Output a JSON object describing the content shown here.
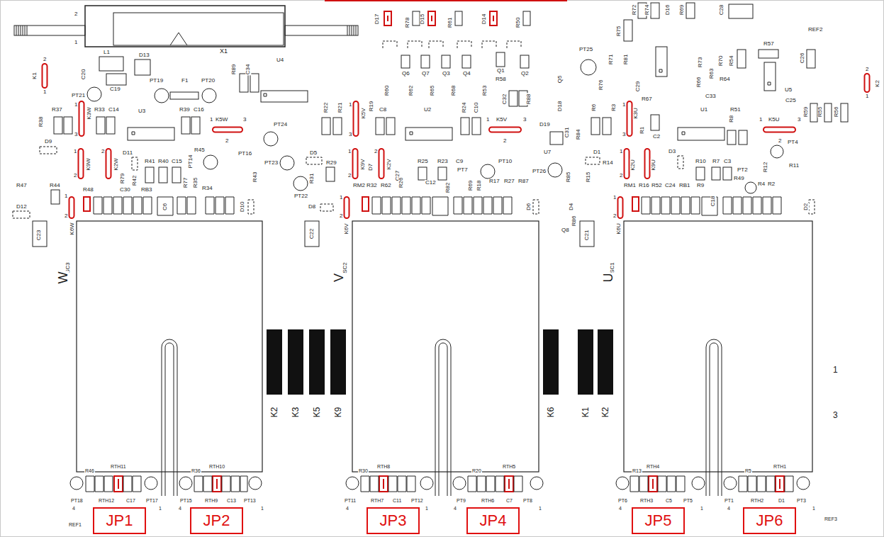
{
  "diagram": {
    "nodes": [
      {
        "text": [
          "JP1"
        ]
      },
      {
        "text": [
          "JP2"
        ]
      },
      {
        "text": [
          "JP3"
        ]
      },
      {
        "text": [
          "JP4"
        ]
      },
      {
        "text": [
          "JP5"
        ]
      },
      {
        "text": [
          "JP6"
        ]
      }
    ],
    "labels": [
      "2",
      "1",
      "X1",
      "2",
      "K1",
      "1",
      "L1",
      "D13",
      "C20",
      "C19",
      "PT19",
      "F1",
      "PT20",
      "R89",
      "C34",
      "U4",
      "PT21",
      "R37",
      "R33",
      "C14",
      "R38",
      "1",
      "K3W",
      "3",
      "U3",
      "R39",
      "C16",
      "1",
      "K5W",
      "3",
      "2",
      "PT24",
      "PT16",
      "PT23",
      "PT22",
      "D9",
      "1",
      "K9W",
      "2",
      "2",
      "K2W",
      "R79",
      "D11",
      "R41",
      "R40",
      "C15",
      "PT14",
      "R45",
      "R34",
      "R43",
      "R47",
      "R44",
      "R48",
      "C30",
      "R42",
      "RB3",
      "R77",
      "R35",
      "C6",
      "D12",
      "1",
      "2",
      "K6W",
      "C23",
      "D10",
      "SC3",
      "W",
      "D17",
      "R78",
      "D15",
      "R61",
      "D14",
      "R50",
      "Q6",
      "Q7",
      "Q3",
      "Q4",
      "Q1",
      "Q2",
      "R58",
      "R60",
      "R62",
      "R65",
      "R68",
      "R53",
      "C32",
      "R88",
      "Q5",
      "D18",
      "PT25",
      "R22",
      "R21",
      "1",
      "K5V",
      "3",
      "R19",
      "C8",
      "U2",
      "R24",
      "C10",
      "1",
      "K5V",
      "3",
      "2",
      "D19",
      "C31",
      "R84",
      "U7",
      "D5",
      "R31",
      "R29",
      "1",
      "K9V",
      "2",
      "D7",
      "2",
      "K2V",
      "C27",
      "R25",
      "R23",
      "C9",
      "PT7",
      "PT10",
      "RM2",
      "R32",
      "R62",
      "R26",
      "C12",
      "R82",
      "R69",
      "R18",
      "R17",
      "R27",
      "R87",
      "PT26",
      "R85",
      "R15",
      "D8",
      "D6",
      "D4",
      "Q8",
      "R86",
      "C21",
      "C22",
      "1",
      "2",
      "K6V",
      "SC2",
      "V",
      "R72",
      "R74",
      "D16",
      "R69",
      "C28",
      "REF2",
      "R75",
      "R71",
      "R81",
      "R73",
      "R70",
      "R54",
      "R57",
      "C26",
      "R63",
      "R64",
      "2",
      "K2",
      "1",
      "R76",
      "C29",
      "R67",
      "R66",
      "C33",
      "R51",
      "U5",
      "C25",
      "R59",
      "R55",
      "R56",
      "R6",
      "R3",
      "1",
      "K3U",
      "3",
      "R1",
      "C2",
      "U1",
      "R8",
      "1",
      "K5U",
      "3",
      "2",
      "PT4",
      "D1",
      "R14",
      "1",
      "K2U",
      "2",
      "K9U",
      "D3",
      "R10",
      "R7",
      "C3",
      "PT2",
      "R12",
      "R11",
      "RM1",
      "R16",
      "R52",
      "C24",
      "RB1",
      "R9",
      "C18",
      "R49",
      "R4",
      "R2",
      "D2",
      "1",
      "2",
      "K6U",
      "SC1",
      "U",
      "1",
      "3",
      "K2",
      "K3",
      "K5",
      "K9",
      "K6",
      "K1",
      "K2",
      "R46",
      "RTH11",
      "PT18",
      "RTH12",
      "C17",
      "PT17",
      "4",
      "1",
      "REF1",
      "R36",
      "RTH10",
      "PT15",
      "RTH9",
      "C13",
      "PT13",
      "4",
      "1",
      "R30",
      "RTH8",
      "PT11",
      "RTH7",
      "C11",
      "PT12",
      "4",
      "1",
      "R20",
      "RTH5",
      "PT9",
      "RTH6",
      "C7",
      "PT8",
      "4",
      "1",
      "R13",
      "RTH4",
      "PT6",
      "RTH3",
      "C5",
      "PT5",
      "4",
      "1",
      "R5",
      "RTH1",
      "PT1",
      "RTH2",
      "D1",
      "PT3",
      "4",
      "1",
      "REF3"
    ]
  }
}
